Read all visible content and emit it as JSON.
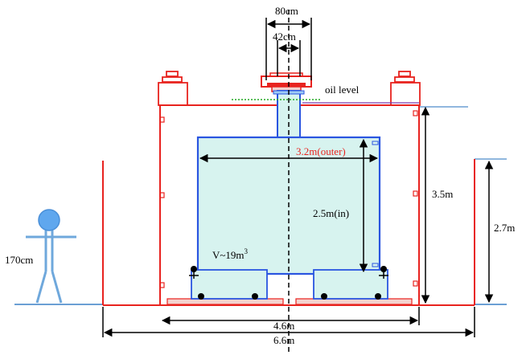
{
  "labels": {
    "top_width": "80cm",
    "neck_width": "42cm",
    "oil_level": "oil level",
    "vessel_outer_diameter": "3.2m(outer)",
    "vessel_inner_height": "2.5m(in)",
    "volume_base": "V~19m",
    "volume_exp": "3",
    "tank_height": "3.5m",
    "wall_height": "2.7m",
    "person_height": "170cm",
    "tank_width": "4.6m",
    "total_width": "6.6m"
  },
  "colors": {
    "tank": "#e8231f",
    "vessel": "#2a55e0",
    "vessel_fill": "#d7f3ef",
    "person": "#6fa8dc",
    "person_fill": "#5fa7ee",
    "ground": "#6b9fd4",
    "dim": "#000000",
    "highlight_text": "#e8231f",
    "oil": "#22aa22"
  },
  "icons": {
    "person": "stick-figure-icon",
    "pmt": "pmt-dot-icon"
  }
}
